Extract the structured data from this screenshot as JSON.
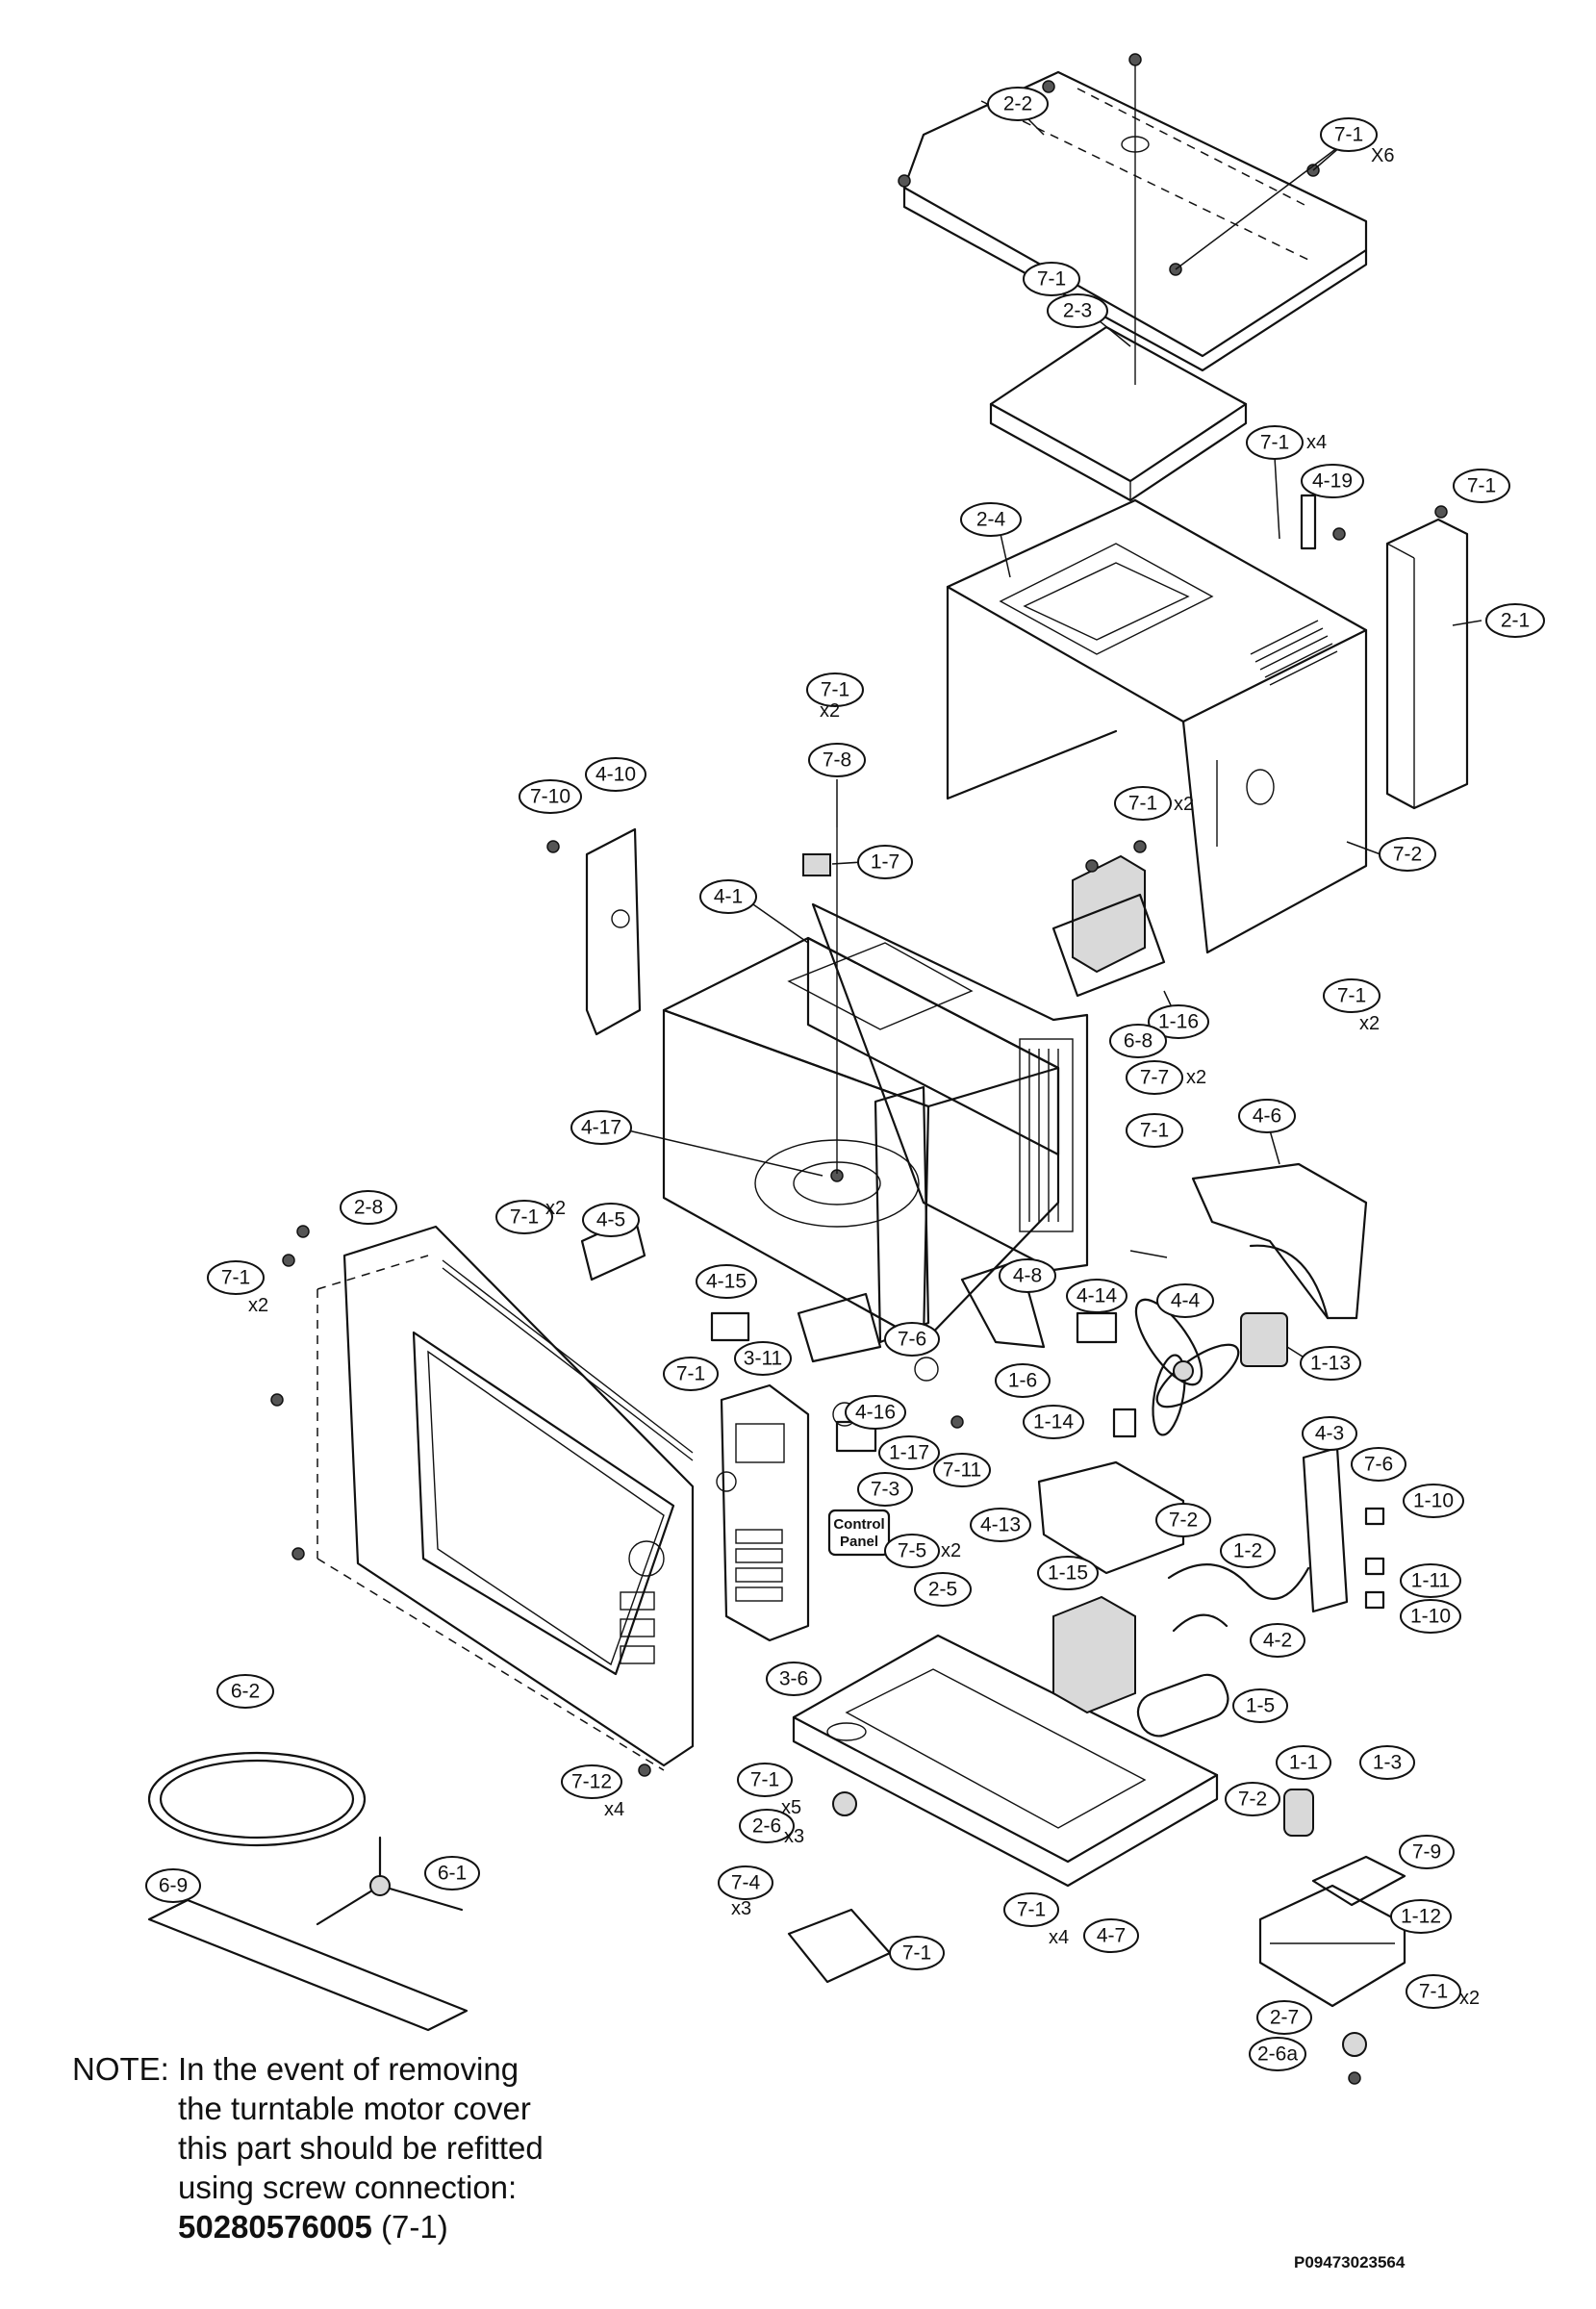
{
  "callouts": [
    {
      "label": "2-2"
    },
    {
      "label": "7-1"
    },
    {
      "label": "7-1"
    },
    {
      "label": "2-3"
    },
    {
      "label": "7-1"
    },
    {
      "label": "4-19"
    },
    {
      "label": "7-1"
    },
    {
      "label": "2-4"
    },
    {
      "label": "2-1"
    },
    {
      "label": "7-1"
    },
    {
      "label": "7-8"
    },
    {
      "label": "4-10"
    },
    {
      "label": "7-10"
    },
    {
      "label": "1-7"
    },
    {
      "label": "7-1"
    },
    {
      "label": "7-2"
    },
    {
      "label": "4-1"
    },
    {
      "label": "1-16"
    },
    {
      "label": "7-1"
    },
    {
      "label": "6-8"
    },
    {
      "label": "7-7"
    },
    {
      "label": "7-1"
    },
    {
      "label": "4-6"
    },
    {
      "label": "4-17"
    },
    {
      "label": "2-8"
    },
    {
      "label": "7-1"
    },
    {
      "label": "4-5"
    },
    {
      "label": "7-1"
    },
    {
      "label": "4-15"
    },
    {
      "label": "3-11"
    },
    {
      "label": "7-6"
    },
    {
      "label": "4-8"
    },
    {
      "label": "4-14"
    },
    {
      "label": "4-4"
    },
    {
      "label": "1-13"
    },
    {
      "label": "7-1"
    },
    {
      "label": "1-6"
    },
    {
      "label": "4-16"
    },
    {
      "label": "1-17"
    },
    {
      "label": "1-14"
    },
    {
      "label": "7-11"
    },
    {
      "label": "7-3"
    },
    {
      "label": "4-3"
    },
    {
      "label": "7-6"
    },
    {
      "label": "4-13"
    },
    {
      "label": "7-2"
    },
    {
      "label": "1-10"
    },
    {
      "label": "7-5"
    },
    {
      "label": "1-2"
    },
    {
      "label": "1-11"
    },
    {
      "label": "2-5"
    },
    {
      "label": "1-15"
    },
    {
      "label": "1-10"
    },
    {
      "label": "3-6"
    },
    {
      "label": "4-2"
    },
    {
      "label": "6-2"
    },
    {
      "label": "1-5"
    },
    {
      "label": "7-12"
    },
    {
      "label": "7-1"
    },
    {
      "label": "1-1"
    },
    {
      "label": "1-3"
    },
    {
      "label": "2-6"
    },
    {
      "label": "7-2"
    },
    {
      "label": "7-9"
    },
    {
      "label": "7-4"
    },
    {
      "label": "6-9"
    },
    {
      "label": "6-1"
    },
    {
      "label": "7-1"
    },
    {
      "label": "4-7"
    },
    {
      "label": "1-12"
    },
    {
      "label": "7-1"
    },
    {
      "label": "2-7"
    },
    {
      "label": "7-1"
    },
    {
      "label": "2-6a"
    },
    {
      "label": "7-1"
    }
  ],
  "quantities": {
    "q_top_x6": "X6",
    "q_x4_top": "x4",
    "q_x2_side": "x2",
    "q_x2_mag": "x2",
    "q_x2_right": "x2",
    "q_x2_77": "x2",
    "q_x2_door": "x2",
    "q_x2_left": "x2",
    "q_x2_75": "x2",
    "q_x4_712": "x4",
    "q_x5": "x5",
    "q_x3_26": "x3",
    "q_x3_74": "x3",
    "q_x4_bottom": "x4",
    "q_x2_br": "x2"
  },
  "control_panel_label": [
    "Control",
    "Panel"
  ],
  "note": {
    "prefix": "NOTE:",
    "line1": "In the event of removing",
    "line2": "the turntable motor cover",
    "line3": "this part should be refitted",
    "line4": "using screw connection:",
    "part_number": "50280576005",
    "part_ref": "(7-1)"
  },
  "document_id": "P09473023564"
}
